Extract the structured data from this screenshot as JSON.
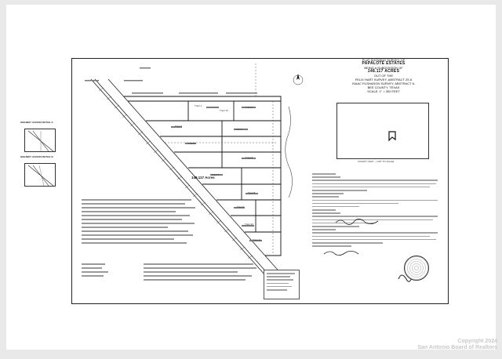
{
  "plat": {
    "title_lines": [
      "PLAT SHOWING SURVEY OF",
      "PAPALOTE ESTATES",
      "BEING A SUBDIVISION OF",
      "148.117 ACRES",
      "OUT OF THE",
      "FELIX HART SURVEY, ABSTRACT 25 &",
      "ISAAC FUSHASON SURVEY, ABSTRACT 6-",
      "BEE COUNTY, TEXAS",
      "SCALE: 1\" = 300 FEET"
    ],
    "tract_area": "148.117 Acres",
    "vicinity_label": "VICINITY MAP — NOT TO SCALE",
    "detail_a_label": "HIGHWAY ACCESS DETAIL A",
    "detail_b_label": "HIGHWAY ACCESS DETAIL B",
    "tract_labels": [
      "Tract 1",
      "Tract 2",
      "Tract 3",
      "Tract 4",
      "Tract 5",
      "Tract 6",
      "Tract 7",
      "Tract 8",
      "Tract 9",
      "Tract 10",
      "Tract 11",
      "Tract 12"
    ]
  },
  "watermark": {
    "line1": "Copyright 2024",
    "line2": "San Antonio Board of Realtors"
  }
}
